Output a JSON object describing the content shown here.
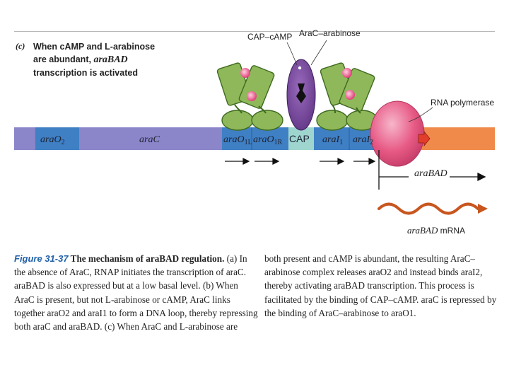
{
  "panel": {
    "label": "(c)",
    "heading_1": "When cAMP and L-arabinose",
    "heading_2": "are abundant, ",
    "heading_2_gene": "araBAD",
    "heading_3": "transcription is activated"
  },
  "labels": {
    "cap_camp": "CAP–cAMP",
    "arac_arabinose": "AraC–arabinose",
    "rna_polymerase": "RNA polymerase",
    "arabad": "araBAD",
    "mrna_gene": "araBAD",
    "mrna_suffix": " mRNA"
  },
  "segments": {
    "arao2_base": "araO",
    "arao2_sub": "2",
    "arac": "araC",
    "arao1l_base": "araO",
    "arao1l_sub": "1L",
    "arao1r_base": "araO",
    "arao1r_sub": "1R",
    "cap": "CAP",
    "arai1_base": "araI",
    "arai1_sub": "1",
    "arai2_base": "araI",
    "arai2_sub": "2"
  },
  "caption": {
    "left_lines": [
      {
        "fig": "Figure 31-37",
        "title": "  The mechanism of araBAD regulation.",
        "rest": " (a) In"
      },
      {
        "text": "the absence of AraC, RNAP initiates the transcription of araC."
      },
      {
        "text": "araBAD is also expressed but at a low basal level. (b) When"
      },
      {
        "text": "AraC is present, but not L-arabinose or cAMP, AraC links"
      },
      {
        "text": "together araO2 and araI1 to form a DNA loop, thereby repressing"
      },
      {
        "text": "both araC and araBAD. (c) When AraC and L-arabinose are"
      }
    ],
    "right_lines": [
      "both present and cAMP is abundant, the resulting AraC–",
      "arabinose complex releases araO2 and instead binds araI2,",
      "thereby activating araBAD transcription. This process is",
      "facilitated by the binding of CAP–cAMP. araC is repressed by",
      "the binding of AraC–arabinose to araO1."
    ]
  },
  "colors": {
    "dna_purple": "#8b85c9",
    "dna_blue": "#3f7fc4",
    "dna_orange": "#f08a4b",
    "cap_box": "#9fd5cf",
    "arac_green": "#8fb85a",
    "cap_protein": "#7a4a9c",
    "rnap_pink": "#e75a86",
    "mrna": "#c8561f",
    "figure_blue": "#1f5fa8"
  }
}
